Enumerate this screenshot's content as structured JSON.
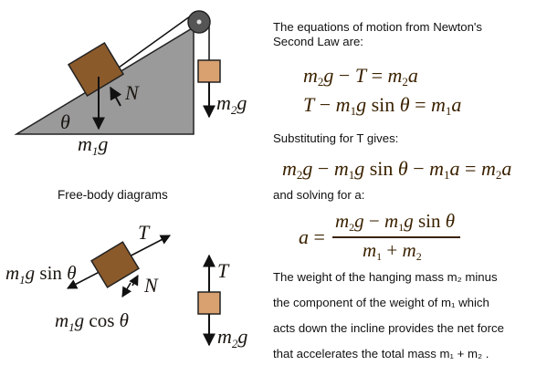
{
  "diagram": {
    "labels": {
      "normal": "N",
      "theta": "θ",
      "m1g": "m₁g",
      "m2g": "m₂g",
      "tension": "T",
      "m1g_sin": "m₁g sin θ",
      "m1g_cos": "m₁g cos θ"
    },
    "free_body_caption": "Free-body diagrams",
    "colors": {
      "incline": "#9a9a9a",
      "block": "#8b5a2b",
      "hanging_block": "#d9a070",
      "pulley": "#555555",
      "equation_text": "#3b2200"
    }
  },
  "panel": {
    "intro": [
      "The equations of motion from Newton's",
      "Second Law are:"
    ],
    "eq1": "m₂g − T = m₂a",
    "eq2": "T − m₁g sin θ = m₁a",
    "substituting": "Substituting for T gives:",
    "eq3": "m₂g − m₁g sin θ − m₁a = m₂a",
    "solving": "and solving for a:",
    "eq4_lhs": "a =",
    "eq4_num": "m₂g − m₁g sin θ",
    "eq4_den": "m₁ + m₂",
    "conclusion": [
      "The weight of the hanging mass m₂ minus",
      "the component of the weight of m₁ which",
      "acts down the incline provides the net force",
      "that accelerates the total mass m₁ + m₂ ."
    ]
  }
}
